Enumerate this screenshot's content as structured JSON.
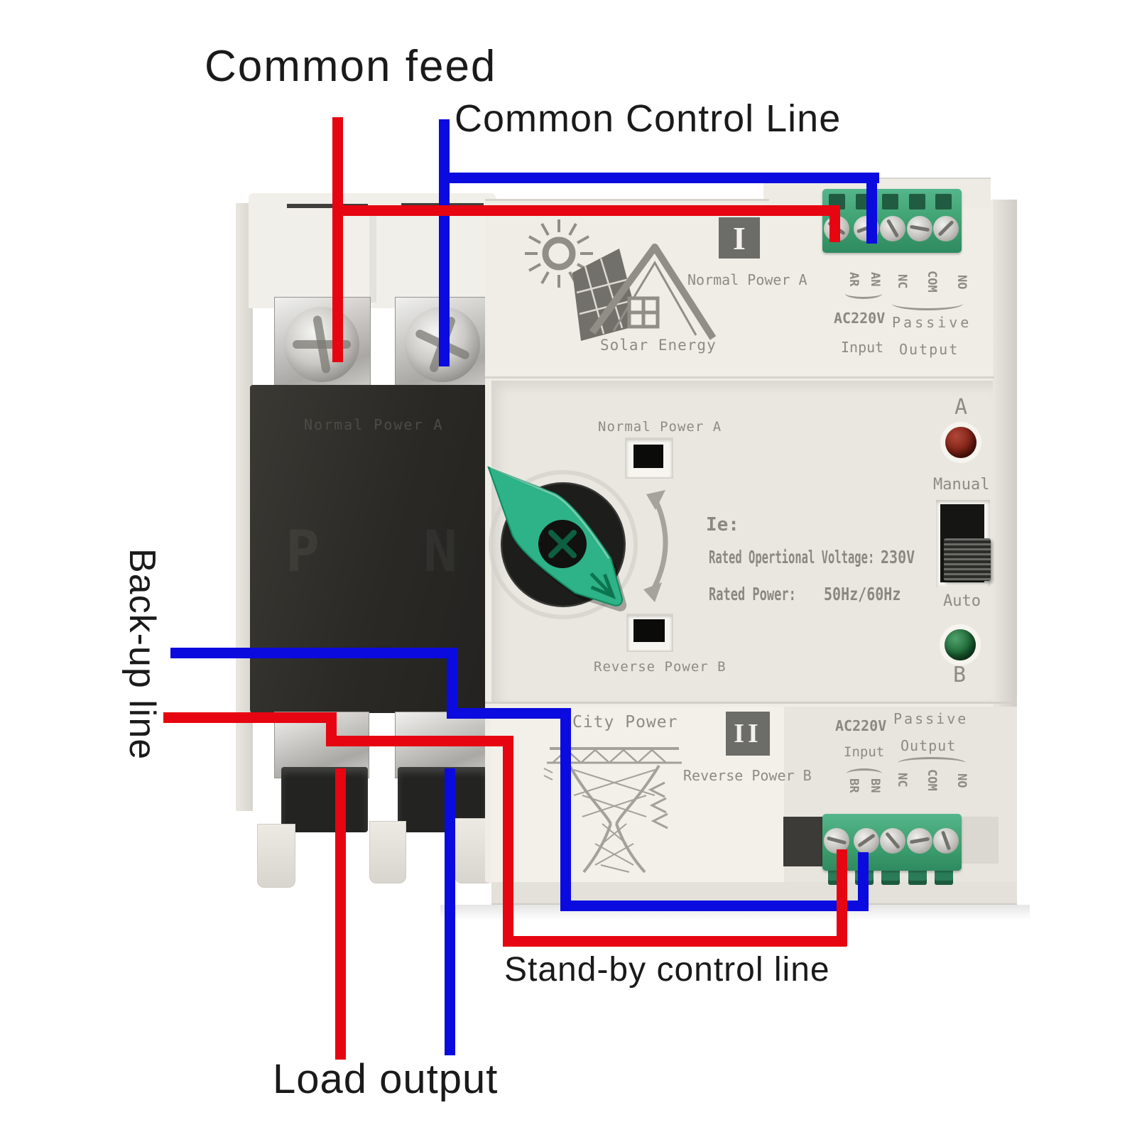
{
  "colors": {
    "wire_red": "#e60511",
    "wire_blue": "#0b0bdf",
    "handle_green": "#2eb287",
    "terminal_green": "#3fa478",
    "led_a_color": "#7c2013",
    "led_b_color": "#1c6434"
  },
  "annotations": {
    "common_feed": "Common feed",
    "common_control_line": "Common Control Line",
    "backup_line": "Back-up line",
    "standby_control_line": "Stand-by control line",
    "load_output": "Load output"
  },
  "device": {
    "module_a": {
      "badge": "I",
      "power_name": "Normal Power A",
      "logo_text": "Solar Energy",
      "terminal": {
        "in1": "AR",
        "in2": "AN",
        "nc": "NC",
        "com": "COM",
        "no": "NO",
        "supply": "AC220V",
        "supply_sub": "Input",
        "passive": "Passive",
        "passive_sub": "Output"
      }
    },
    "control": {
      "indicator_a": "Normal Power A",
      "indicator_b": "Reverse Power B",
      "ie": "Ie:",
      "rated_voltage_label": "Rated Opertional Voltage:",
      "rated_voltage_value": "230V",
      "rated_power_label": "Rated Power:",
      "rated_power_value": "50Hz/60Hz",
      "led_a": "A",
      "led_b": "B",
      "manual": "Manual",
      "auto": "Auto"
    },
    "module_b": {
      "badge": "II",
      "power_name": "Reverse Power B",
      "logo_text": "City Power",
      "terminal": {
        "in1": "BR",
        "in2": "BN",
        "nc": "NC",
        "com": "COM",
        "no": "NO",
        "supply": "AC220V",
        "supply_sub": "Input",
        "passive": "Passive",
        "passive_sub": "Output"
      }
    },
    "breaker": {
      "faint_label": "Normal Power A",
      "pole_left": "P",
      "pole_right": "N"
    }
  }
}
